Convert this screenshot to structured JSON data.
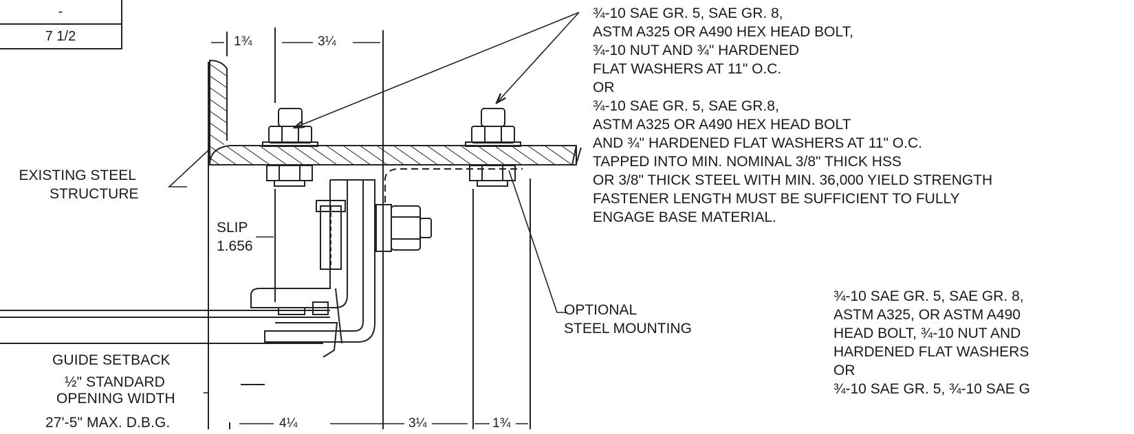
{
  "schedule_table": {
    "rows": [
      "-",
      "7 1/2"
    ]
  },
  "labels": {
    "existing_structure": [
      "EXISTING STEEL",
      "STRUCTURE"
    ],
    "slip": [
      "SLIP",
      "1.656"
    ],
    "guide_setback": "GUIDE SETBACK",
    "half_standard": "½\" STANDARD",
    "opening_width": "OPENING WIDTH",
    "max_dbg": "27'-5\" MAX. D.B.G.",
    "optional_mounting": [
      "OPTIONAL",
      "STEEL MOUNTING"
    ]
  },
  "dimensions": {
    "top_left": "1¾",
    "top_right": "3¼",
    "bottom_a": "4¼",
    "bottom_b": "3¼",
    "bottom_c": "1¾"
  },
  "notes": {
    "top_note": [
      "¾-10 SAE GR. 5, SAE GR. 8,",
      "ASTM A325 OR A490 HEX HEAD BOLT,",
      "¾-10 NUT AND ¾\" HARDENED",
      "FLAT WASHERS AT 11\" O.C.",
      "OR",
      "¾-10 SAE GR. 5, SAE GR.8,",
      "ASTM A325 OR A490 HEX HEAD BOLT",
      "AND ¾\" HARDENED FLAT WASHERS AT 11\" O.C.",
      "TAPPED INTO MIN. NOMINAL 3/8\" THICK HSS",
      "OR 3/8\" THICK STEEL WITH MIN. 36,000 YIELD STRENGTH",
      "FASTENER LENGTH MUST BE SUFFICIENT TO FULLY",
      "ENGAGE BASE MATERIAL."
    ],
    "bottom_note": [
      "¾-10 SAE GR. 5, SAE GR. 8,",
      "ASTM A325, OR ASTM A490",
      "HEAD BOLT, ¾-10 NUT AND",
      "HARDENED FLAT WASHERS",
      "OR",
      "¾-10 SAE GR. 5, ¾-10 SAE G"
    ]
  }
}
